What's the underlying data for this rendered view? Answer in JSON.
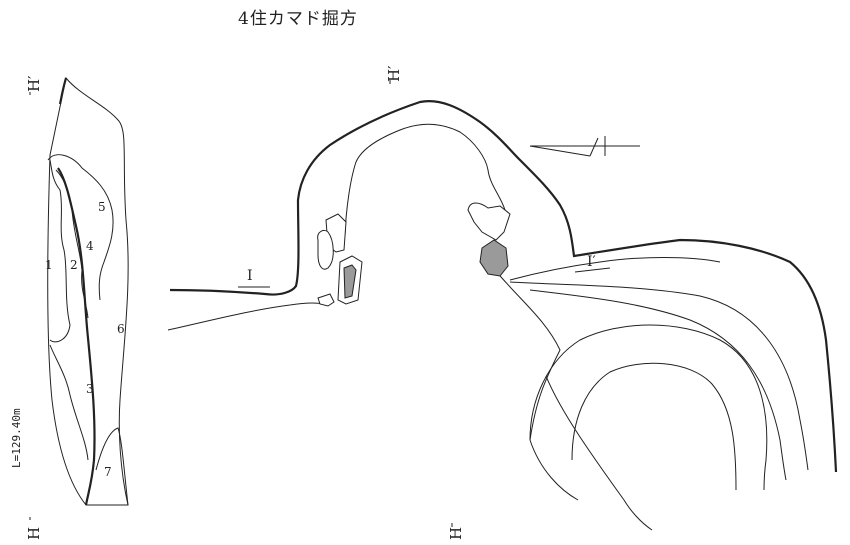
{
  "title": "4住カマド掘方",
  "section_labels": {
    "top_left": "H′",
    "bottom_left": "H",
    "top_plan": "H′",
    "bottom_plan": "H",
    "left_plan": "I",
    "right_plan": "I′"
  },
  "layer_numbers": [
    "1",
    "2",
    "3",
    "4",
    "5",
    "6",
    "7"
  ],
  "level": "L=129.40m"
}
